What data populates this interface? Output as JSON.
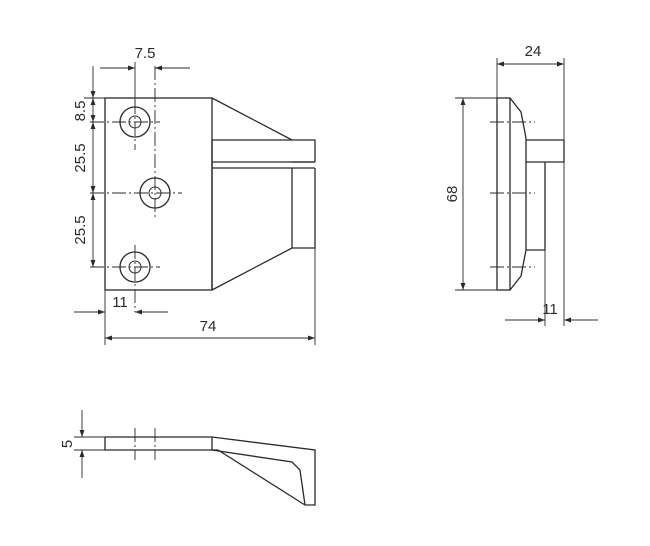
{
  "front_view": {
    "hole_offset_x": "7.5",
    "top_offset": "8.5",
    "hole_pitch_upper": "25.5",
    "hole_pitch_lower": "25.5",
    "left_flange": "11",
    "overall_length": "74"
  },
  "side_view": {
    "depth": "24",
    "height": "68",
    "stem_thickness": "11"
  },
  "bottom_view": {
    "thickness": "5"
  }
}
